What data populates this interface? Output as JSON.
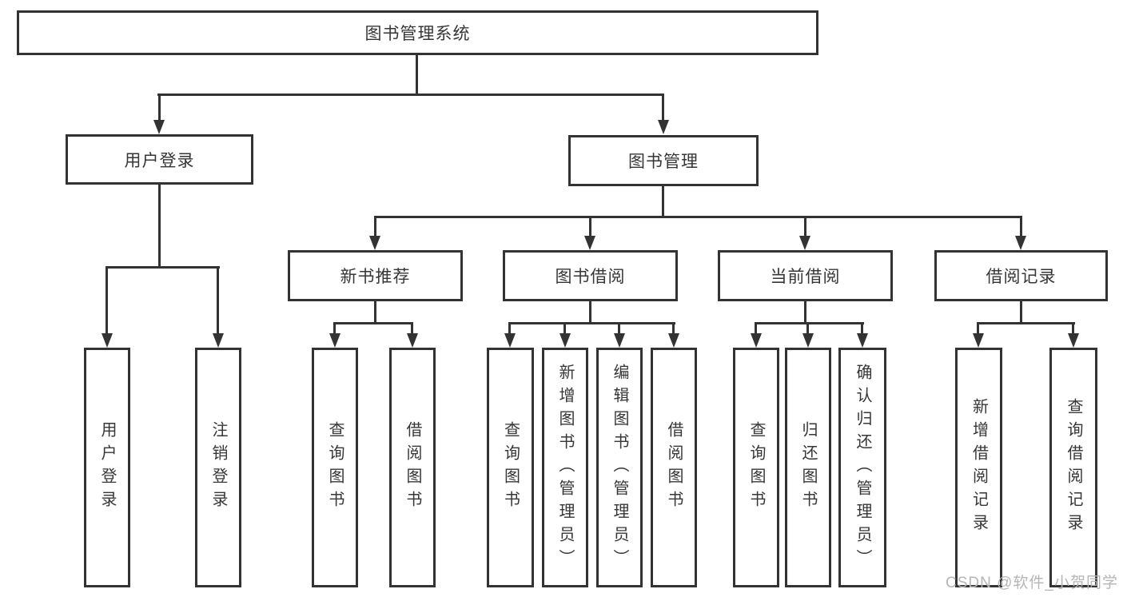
{
  "tree": {
    "root": "图书管理系统",
    "children": [
      {
        "label": "用户登录",
        "children": [
          {
            "label": "用户登录"
          },
          {
            "label": "注销登录"
          }
        ]
      },
      {
        "label": "图书管理",
        "children": [
          {
            "label": "新书推荐",
            "children": [
              {
                "label": "查询图书"
              },
              {
                "label": "借阅图书"
              }
            ]
          },
          {
            "label": "图书借阅",
            "children": [
              {
                "label": "查询图书"
              },
              {
                "label": "新增图书（管理员）"
              },
              {
                "label": "编辑图书（管理员）"
              },
              {
                "label": "借阅图书"
              }
            ]
          },
          {
            "label": "当前借阅",
            "children": [
              {
                "label": "查询图书"
              },
              {
                "label": "归还图书"
              },
              {
                "label": "确认归还（管理员）"
              }
            ]
          },
          {
            "label": "借阅记录",
            "children": [
              {
                "label": "新增借阅记录"
              },
              {
                "label": "查询借阅记录"
              }
            ]
          }
        ]
      }
    ]
  },
  "watermark": {
    "text": "CSDN @软件_小贺同学",
    "color": "#b5b5b5"
  },
  "colors": {
    "line": "#333333",
    "text": "#363636",
    "background": "#ffffff"
  }
}
